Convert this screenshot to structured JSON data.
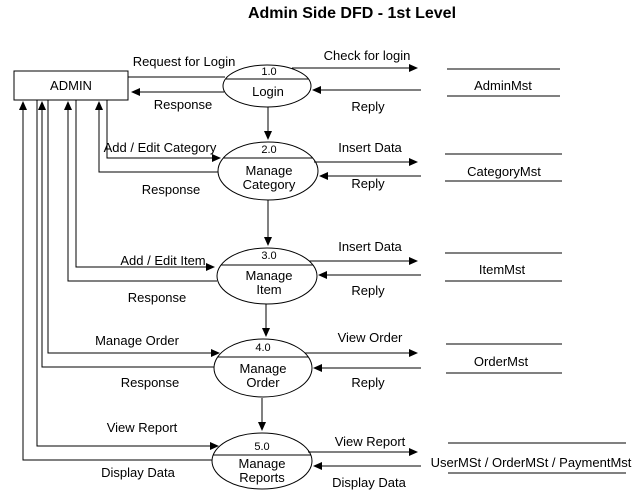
{
  "title": "Admin Side DFD - 1st Level",
  "external_entity": {
    "label": "ADMIN"
  },
  "processes": [
    {
      "number": "1.0",
      "lines": [
        "Login"
      ]
    },
    {
      "number": "2.0",
      "lines": [
        "Manage",
        "Category"
      ]
    },
    {
      "number": "3.0",
      "lines": [
        "Manage",
        "Item"
      ]
    },
    {
      "number": "4.0",
      "lines": [
        "Manage",
        "Order"
      ]
    },
    {
      "number": "5.0",
      "lines": [
        "Manage",
        "Reports"
      ]
    }
  ],
  "data_stores": [
    {
      "label": "AdminMst"
    },
    {
      "label": "CategoryMst"
    },
    {
      "label": "ItemMst"
    },
    {
      "label": "OrderMst"
    },
    {
      "label": "UserMSt / OrderMSt / PaymentMst"
    }
  ],
  "admin_flows": [
    {
      "request": "Request for Login",
      "response": "Response"
    },
    {
      "request": "Add / Edit Category",
      "response": "Response"
    },
    {
      "request": "Add / Edit Item",
      "response": "Response"
    },
    {
      "request": "Manage Order",
      "response": "Response"
    },
    {
      "request": "View Report",
      "response": "Display Data"
    }
  ],
  "store_flows": [
    {
      "request": "Check for login",
      "response": "Reply"
    },
    {
      "request": "Insert Data",
      "response": "Reply"
    },
    {
      "request": "Insert Data",
      "response": "Reply"
    },
    {
      "request": "View Order",
      "response": "Reply"
    },
    {
      "request": "View Report",
      "response": "Display Data"
    }
  ],
  "colors": {
    "line": "#000000",
    "text": "#000000",
    "background": "#ffffff"
  }
}
